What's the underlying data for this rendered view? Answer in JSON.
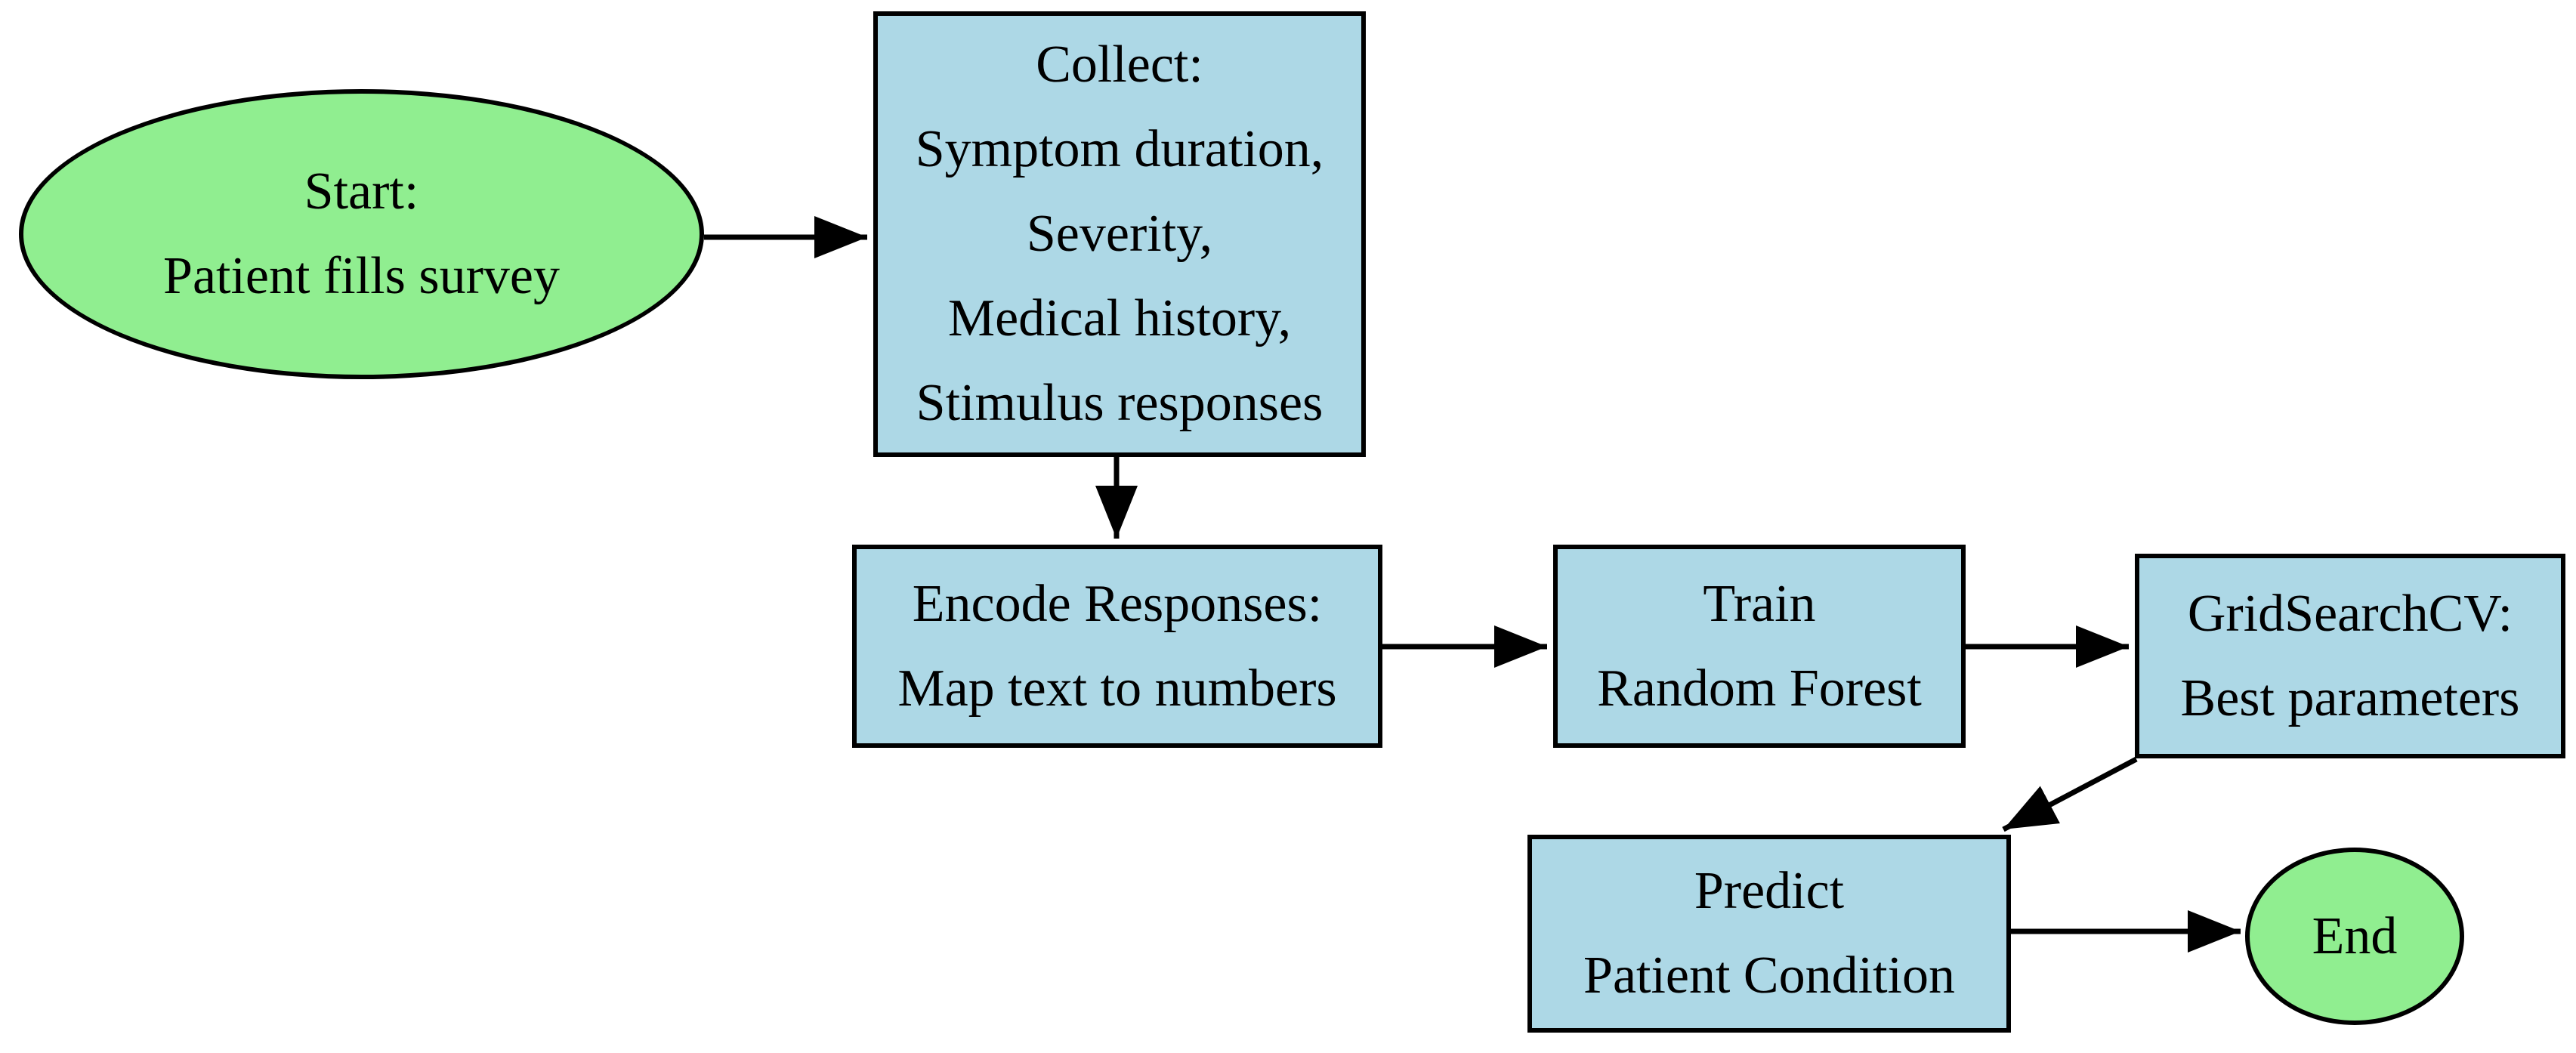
{
  "diagram": {
    "type": "flowchart",
    "background": "#ffffff",
    "colors": {
      "terminator_fill": "#90EE90",
      "process_fill": "#ADD8E6",
      "outline": "#000000",
      "arrow": "#000000",
      "text": "#000000"
    },
    "nodes": {
      "start": {
        "shape": "ellipse",
        "label": "Start:\nPatient fills survey"
      },
      "collect": {
        "shape": "rectangle",
        "label": "Collect:\nSymptom duration,\nSeverity,\nMedical history,\nStimulus responses"
      },
      "encode": {
        "shape": "rectangle",
        "label": "Encode Responses:\nMap text to numbers"
      },
      "train": {
        "shape": "rectangle",
        "label": "Train\nRandom Forest"
      },
      "gridsearch": {
        "shape": "rectangle",
        "label": "GridSearchCV:\nBest parameters"
      },
      "predict": {
        "shape": "rectangle",
        "label": "Predict\nPatient Condition"
      },
      "end": {
        "shape": "ellipse",
        "label": "End"
      }
    },
    "edges": [
      {
        "from": "start",
        "to": "collect"
      },
      {
        "from": "collect",
        "to": "encode"
      },
      {
        "from": "encode",
        "to": "train"
      },
      {
        "from": "train",
        "to": "gridsearch"
      },
      {
        "from": "gridsearch",
        "to": "predict"
      },
      {
        "from": "predict",
        "to": "end"
      }
    ]
  }
}
